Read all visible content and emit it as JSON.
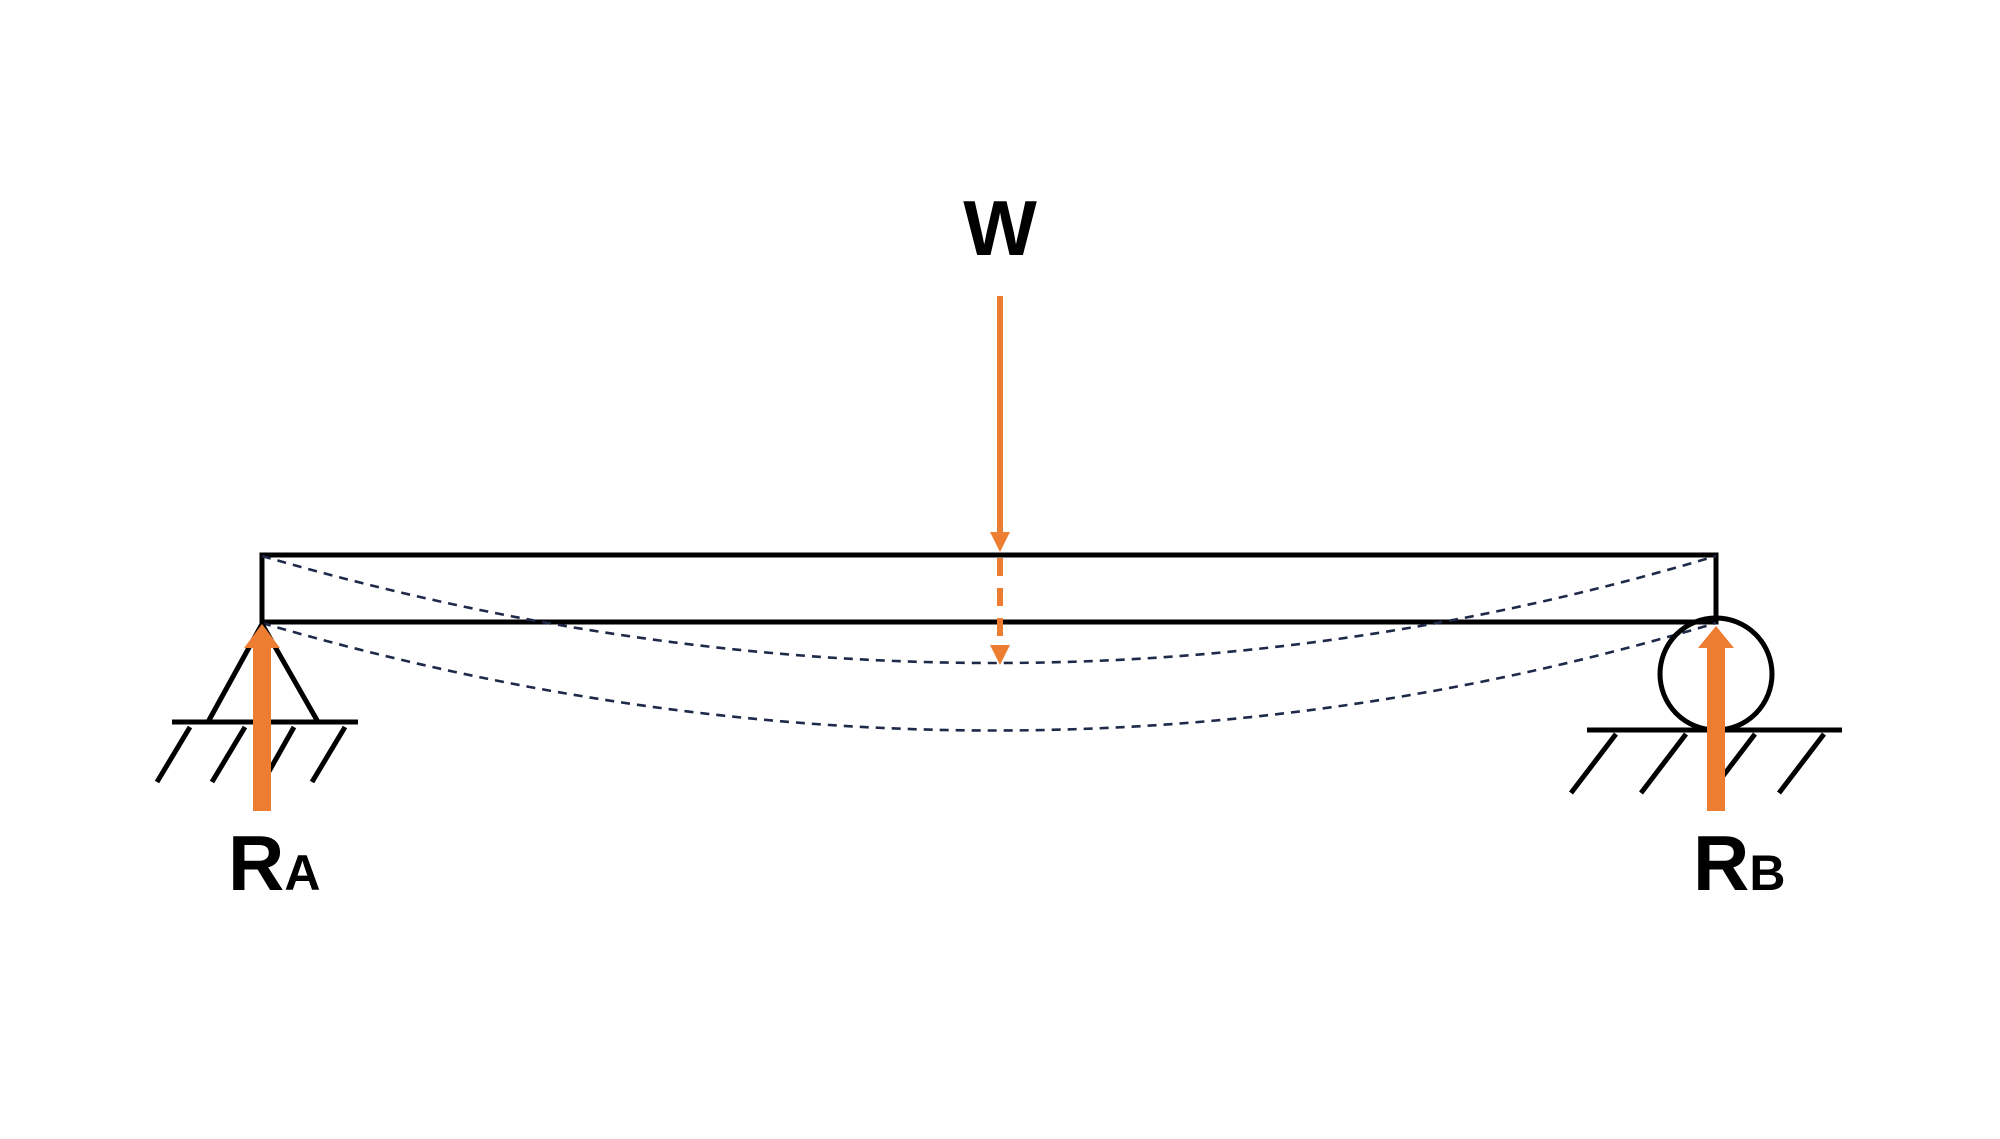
{
  "diagram": {
    "load": {
      "label": "W"
    },
    "reaction_a": {
      "label": "R",
      "subscript": "A"
    },
    "reaction_b": {
      "label": "R",
      "subscript": "B"
    }
  },
  "colors": {
    "accent": "#ed7d31",
    "outline": "#000000",
    "deflection": "#1f2a4a",
    "background": "#ffffff"
  }
}
